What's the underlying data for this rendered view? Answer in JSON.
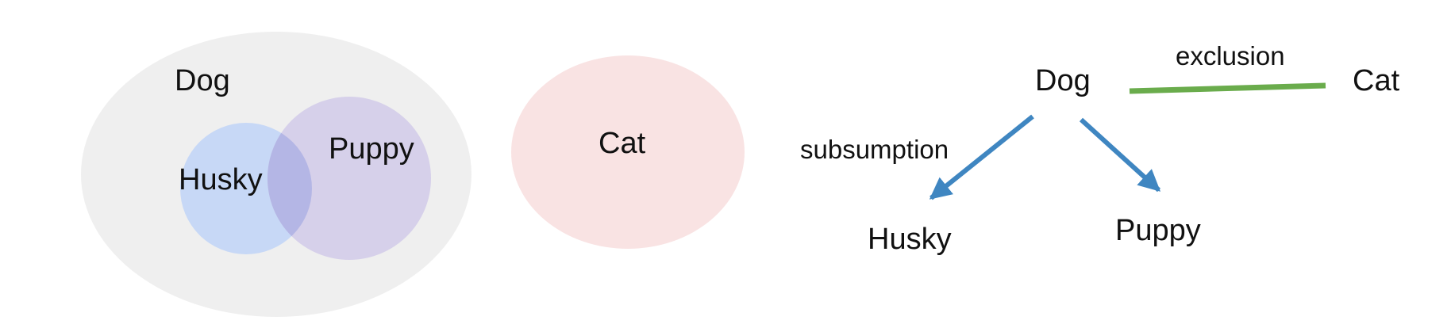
{
  "venn": {
    "dog": "Dog",
    "husky": "Husky",
    "puppy": "Puppy",
    "cat": "Cat"
  },
  "graph": {
    "nodes": {
      "dog": "Dog",
      "cat": "Cat",
      "husky": "Husky",
      "puppy": "Puppy"
    },
    "relations": {
      "exclusion": "exclusion",
      "subsumption": "subsumption"
    }
  },
  "colors": {
    "dog_set": "#efefef",
    "husky_set": "#c7d8f6",
    "puppy_set": "#d6d0ea",
    "overlap": "#b4b6e5",
    "cat_set": "#f9e3e3",
    "subsumption": "#3f86c1",
    "exclusion": "#6aac4c",
    "text": "#111111"
  }
}
